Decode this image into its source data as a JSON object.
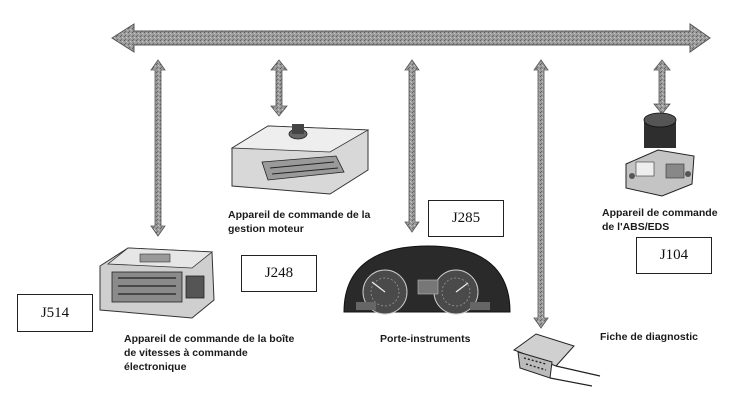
{
  "codes": {
    "j514": "J514",
    "j248": "J248",
    "j285": "J285",
    "j104": "J104"
  },
  "labels": {
    "gearbox_line1": "Appareil de commande de la boîte",
    "gearbox_line2": "de vitesses à commande",
    "gearbox_line3": "électronique",
    "engine_line1": "Appareil de commande de la",
    "engine_line2": "gestion moteur",
    "cluster": "Porte-instruments",
    "diag": "Fiche de diagnostic",
    "abs_line1": "Appareil de commande",
    "abs_line2": "de l'ABS/EDS"
  },
  "icons": [
    "can-bus-arrow",
    "gearbox-ecu-icon",
    "engine-ecu-icon",
    "instrument-cluster-icon",
    "obd-connector-icon",
    "abs-unit-icon"
  ],
  "colors": {
    "bus": "#8c8c8c",
    "text": "#1a1a1a",
    "line": "#222222"
  }
}
